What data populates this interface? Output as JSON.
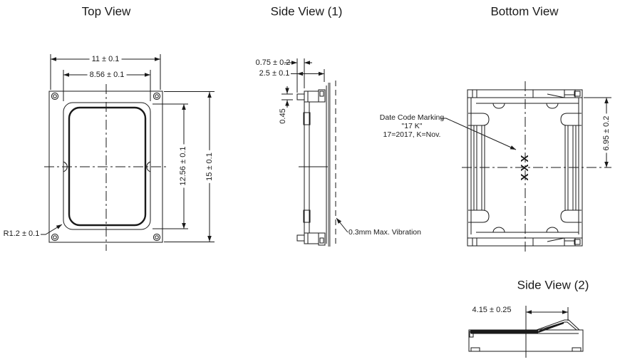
{
  "drawing": {
    "top_view": {
      "title": "Top View",
      "dim_outer_width": "11 ± 0.1",
      "dim_inner_width": "8.56 ± 0.1",
      "dim_inner_height": "12.56 ± 0.1",
      "dim_outer_height": "15 ± 0.1",
      "dim_corner_radius": "R1.2 ± 0.1"
    },
    "side_view_1": {
      "title": "Side View (1)",
      "dim_pin_protrusion": "0.75 ± 0.2",
      "dim_depth": "2.5 ± 0.1",
      "dim_pin_thickness": "0.45",
      "note_vibration": "0.3mm Max. Vibration"
    },
    "bottom_view": {
      "title": "Bottom View",
      "dim_half_height": "6.95 ± 0.2",
      "date_code_label": "Date Code Marking",
      "date_code_example": "\"17 K\"",
      "date_code_key": "17=2017, K=Nov.",
      "marking": "XXX"
    },
    "side_view_2": {
      "title": "Side View (2)",
      "dim_contact_offset": "4.15 ± 0.25"
    }
  },
  "colors": {
    "line": "#1a1a1a",
    "membrane_gray": "#8d8d8d",
    "background": "#ffffff"
  }
}
